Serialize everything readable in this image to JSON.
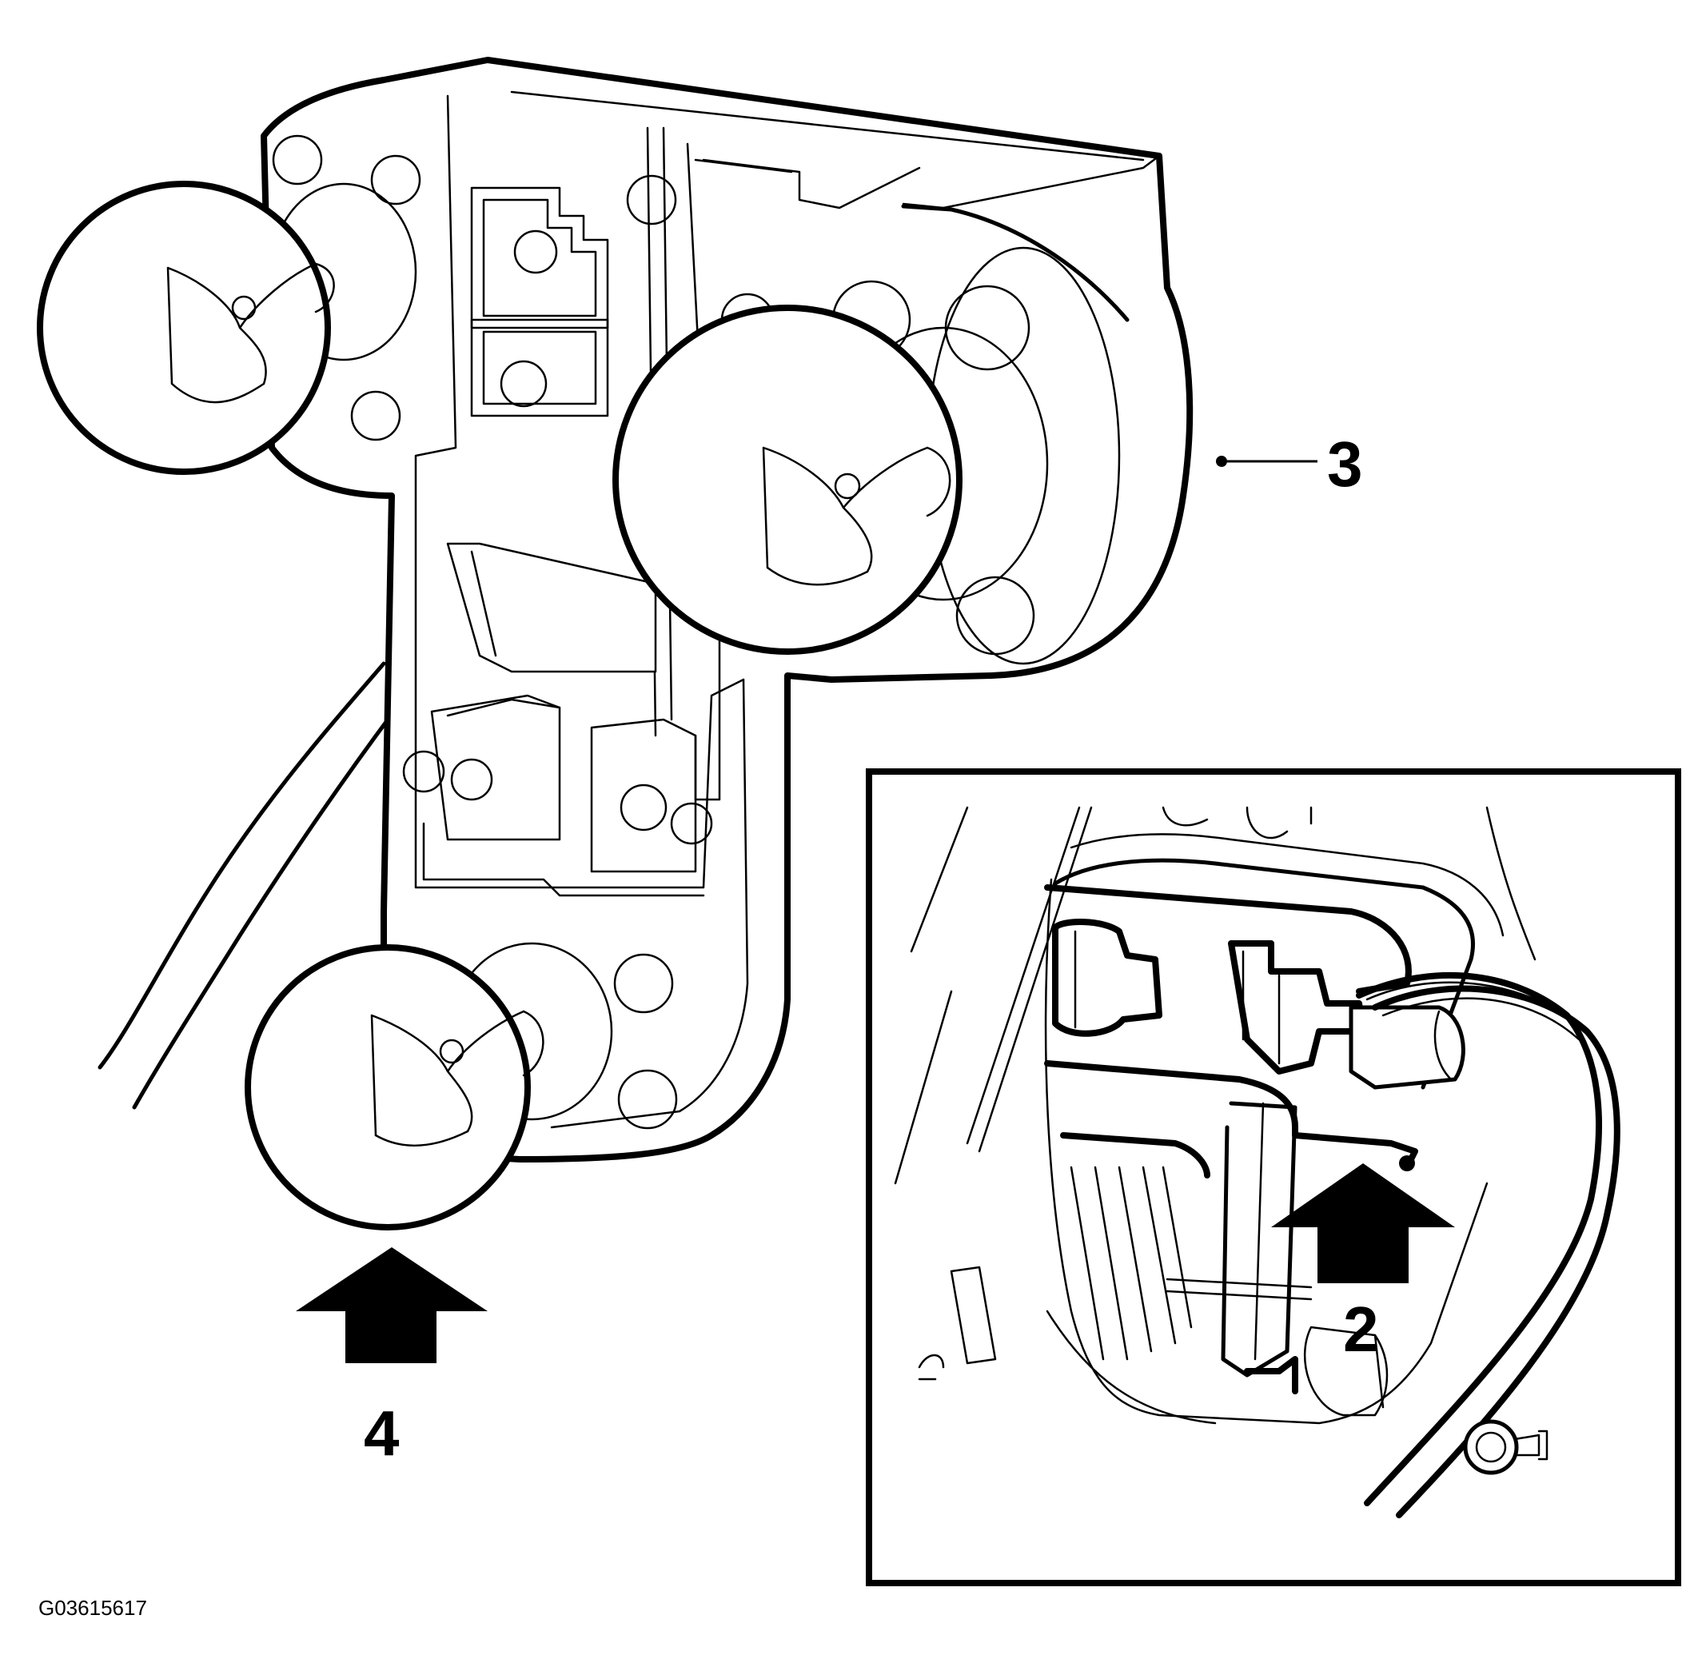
{
  "figure": {
    "figure_id": "G03615617",
    "callouts": {
      "c2": "2",
      "c3": "3",
      "c4": "4"
    },
    "colors": {
      "ink": "#000000",
      "background": "#ffffff"
    }
  }
}
